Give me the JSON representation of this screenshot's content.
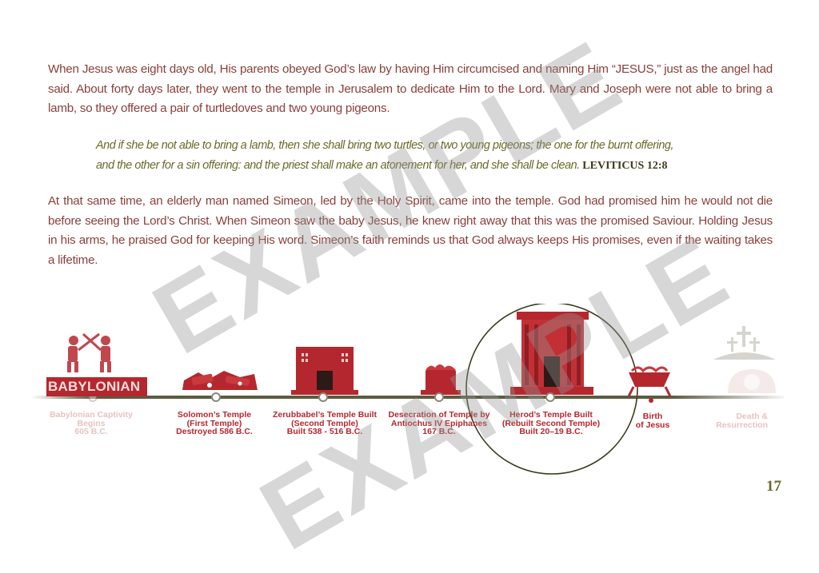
{
  "body": {
    "paragraph1": "When Jesus was eight days old, His parents obeyed God’s law by having Him circumcised and naming Him “JESUS,” just as the angel had said. About forty days later, they went to the temple in Jerusalem to dedicate Him to the Lord. Mary and Joseph were not able to bring a lamb, so they offered a pair of turtledoves and two young pigeons.",
    "quote_line1": "And if she be not able to bring a lamb, then she shall bring two turtles, or two young pigeons; the one for the burnt offering,",
    "quote_line2": "and the other for a sin offering: and the priest shall make an atonement for her, and she shall be clean.",
    "quote_ref": "LEVITICUS 12:8",
    "paragraph2": "At that same time, an elderly man named Simeon, led by the Holy Spirit, came into the temple. God had promised him he would not die before seeing the Lord’s Christ. When Simeon saw the baby Jesus, he knew right away that this was the promised Saviour. Holding Jesus in his arms, he praised God for keeping His word. Simeon’s faith reminds us that God always keeps His promises, even if the waiting takes a lifetime."
  },
  "timeline": {
    "babylonian_banner": "BABYLONIAN",
    "events": [
      {
        "label": "Babylonian Captivity\nBegins\n605 B.C."
      },
      {
        "label": "Solomon’s Temple\n(First Temple)\nDestroyed 586 B.C."
      },
      {
        "label": "Zerubbabel’s Temple Built\n(Second Temple)\nBuilt 538 - 516 B.C."
      },
      {
        "label": "Desecration of Temple by\nAntiochus IV Epiphanes\n167 B.C."
      },
      {
        "label": "Herod’s Temple Built\n(Rebuilt Second Temple)\nBuilt 20–19 B.C."
      },
      {
        "label": "Birth\nof Jesus"
      },
      {
        "label": "Death &\nResurrection"
      }
    ]
  },
  "page_number": "17",
  "watermark": {
    "text": "EXAMPLE"
  },
  "colors": {
    "text": "#8a3f3a",
    "quote": "#6b6a2a",
    "accent": "#b5272e",
    "line": "#4a4a2a"
  }
}
